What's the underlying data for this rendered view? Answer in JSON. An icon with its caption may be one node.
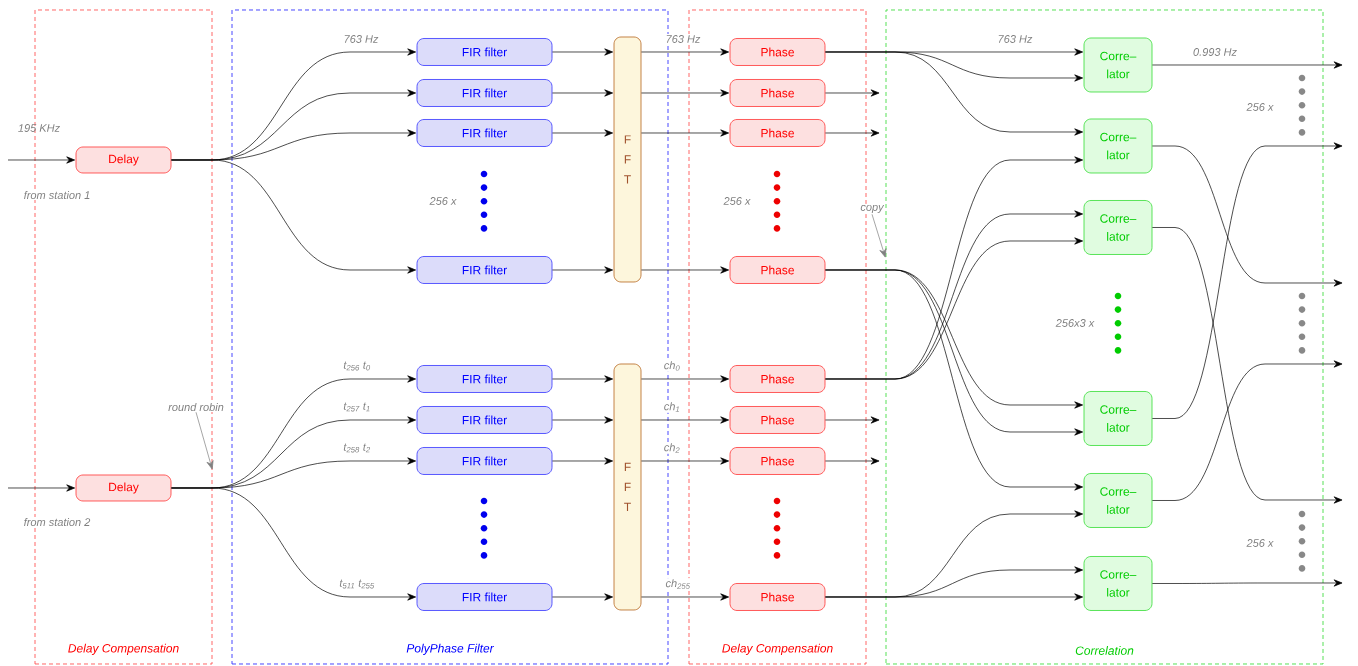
{
  "diagram": {
    "nodes": [
      {
        "text": [
          "Delay Compensation"
        ]
      },
      {
        "text": [
          "Delay"
        ],
        "in": 0
      },
      {
        "text": [
          "Delay"
        ],
        "in": 0
      },
      {
        "text": [
          "PolyPhase Filter"
        ]
      },
      {
        "text": [
          "FIR filter"
        ],
        "in": 3
      },
      {
        "text": [
          "FIR filter"
        ],
        "in": 3
      },
      {
        "text": [
          "FIR filter"
        ],
        "in": 3
      },
      {
        "text": [
          "FIR filter"
        ],
        "in": 3
      },
      {
        "text": [
          "F F T"
        ],
        "in": 3
      },
      {
        "text": [
          "FIR filter"
        ],
        "in": 3
      },
      {
        "text": [
          "FIR filter"
        ],
        "in": 3
      },
      {
        "text": [
          "FIR filter"
        ],
        "in": 3
      },
      {
        "text": [
          "FIR filter"
        ],
        "in": 3
      },
      {
        "text": [
          "F F T"
        ],
        "in": 3
      },
      {
        "text": [
          "Delay Compensation"
        ]
      },
      {
        "text": [
          "Phase"
        ],
        "in": 14
      },
      {
        "text": [
          "Phase"
        ],
        "in": 14
      },
      {
        "text": [
          "Phase"
        ],
        "in": 14
      },
      {
        "text": [
          "Phase"
        ],
        "in": 14
      },
      {
        "text": [
          "Phase"
        ],
        "in": 14
      },
      {
        "text": [
          "Phase"
        ],
        "in": 14
      },
      {
        "text": [
          "Phase"
        ],
        "in": 14
      },
      {
        "text": [
          "Phase"
        ],
        "in": 14
      },
      {
        "text": [
          "Correlation"
        ]
      },
      {
        "text": [
          "Corre– lator"
        ],
        "in": 23
      },
      {
        "text": [
          "Corre– lator"
        ],
        "in": 23
      },
      {
        "text": [
          "Corre– lator"
        ],
        "in": 23
      },
      {
        "text": [
          "Corre– lator"
        ],
        "in": 23
      },
      {
        "text": [
          "Corre– lator"
        ],
        "in": 23
      },
      {
        "text": [
          "Corre– lator"
        ],
        "in": 23
      },
      {
        "text": [
          "copy"
        ]
      },
      {
        "text": [
          "round robin"
        ]
      }
    ],
    "edges": [
      {
        "from": null,
        "to": 1,
        "arrow": "to",
        "label": "195 KHz"
      },
      {
        "from": null,
        "to": 2,
        "arrow": "to"
      },
      {
        "from": 1,
        "to": 4,
        "arrow": "to",
        "label": "763 Hz"
      },
      {
        "from": 1,
        "to": 5,
        "arrow": "to"
      },
      {
        "from": 1,
        "to": 6,
        "arrow": "to"
      },
      {
        "from": 1,
        "to": 7,
        "arrow": "to"
      },
      {
        "from": 2,
        "to": 9,
        "arrow": "to",
        "label": "t$_{256}$ t$_{0}$"
      },
      {
        "from": 2,
        "to": 10,
        "arrow": "to",
        "label": "t$_{257}$ t$_{1}$"
      },
      {
        "from": 2,
        "to": 11,
        "arrow": "to",
        "label": "t$_{258}$ t$_{2}$"
      },
      {
        "from": 2,
        "to": 12,
        "arrow": "to",
        "label": "t$_{511}$ t$_{255}$"
      },
      {
        "from": 4,
        "to": 8,
        "arrow": "to"
      },
      {
        "from": 5,
        "to": 8,
        "arrow": "to"
      },
      {
        "from": 6,
        "to": 8,
        "arrow": "to"
      },
      {
        "from": 7,
        "to": 8,
        "arrow": "to"
      },
      {
        "from": 9,
        "to": 13,
        "arrow": "to"
      },
      {
        "from": 10,
        "to": 13,
        "arrow": "to"
      },
      {
        "from": 11,
        "to": 13,
        "arrow": "to"
      },
      {
        "from": 12,
        "to": 13,
        "arrow": "to"
      },
      {
        "from": 8,
        "to": 15,
        "arrow": "to",
        "label": "763 Hz"
      },
      {
        "from": 8,
        "to": 16,
        "arrow": "to"
      },
      {
        "from": 8,
        "to": 17,
        "arrow": "to"
      },
      {
        "from": 8,
        "to": 18,
        "arrow": "to"
      },
      {
        "from": 13,
        "to": 19,
        "arrow": "to",
        "label": "ch$_{0}$"
      },
      {
        "from": 13,
        "to": 20,
        "arrow": "to",
        "label": "ch$_{1}$"
      },
      {
        "from": 13,
        "to": 21,
        "arrow": "to",
        "label": "ch$_{2}$"
      },
      {
        "from": 13,
        "to": 22,
        "arrow": "to",
        "label": "ch$_{255}$"
      },
      {
        "from": 15,
        "to": 24,
        "arrow": "to",
        "label": "763 Hz"
      },
      {
        "from": 15,
        "to": 24,
        "arrow": "to"
      },
      {
        "from": 15,
        "to": 25,
        "arrow": "to"
      },
      {
        "from": 16,
        "to": null,
        "arrow": "to"
      },
      {
        "from": 17,
        "to": null,
        "arrow": "to"
      },
      {
        "from": 18,
        "to": 27,
        "arrow": "to"
      },
      {
        "from": 18,
        "to": 27,
        "arrow": "to"
      },
      {
        "from": 18,
        "to": 28,
        "arrow": "to"
      },
      {
        "from": 19,
        "to": 25,
        "arrow": "to"
      },
      {
        "from": 19,
        "to": 26,
        "arrow": "to"
      },
      {
        "from": 19,
        "to": 26,
        "arrow": "to"
      },
      {
        "from": 20,
        "to": null,
        "arrow": "to"
      },
      {
        "from": 21,
        "to": null,
        "arrow": "to"
      },
      {
        "from": 22,
        "to": 28,
        "arrow": "to"
      },
      {
        "from": 22,
        "to": 29,
        "arrow": "to"
      },
      {
        "from": 22,
        "to": 29,
        "arrow": "to"
      },
      {
        "from": 24,
        "to": null,
        "arrow": "to",
        "label": "0.993 Hz"
      },
      {
        "from": 25,
        "to": null,
        "arrow": "to"
      },
      {
        "from": 26,
        "to": null,
        "arrow": "to"
      },
      {
        "from": 27,
        "to": null,
        "arrow": "to"
      },
      {
        "from": 28,
        "to": null,
        "arrow": "to"
      },
      {
        "from": 29,
        "to": null,
        "arrow": "to"
      },
      {
        "from": 30,
        "to": 23,
        "arrow": "to",
        "color": "#808080"
      },
      {
        "from": 31,
        "to": 0,
        "arrow": "to",
        "color": "#808080"
      }
    ],
    "labels": [
      "from station 1",
      "256 x",
      "256 x",
      "256 x",
      "256x3 x",
      "from station 2",
      "256 x"
    ]
  }
}
